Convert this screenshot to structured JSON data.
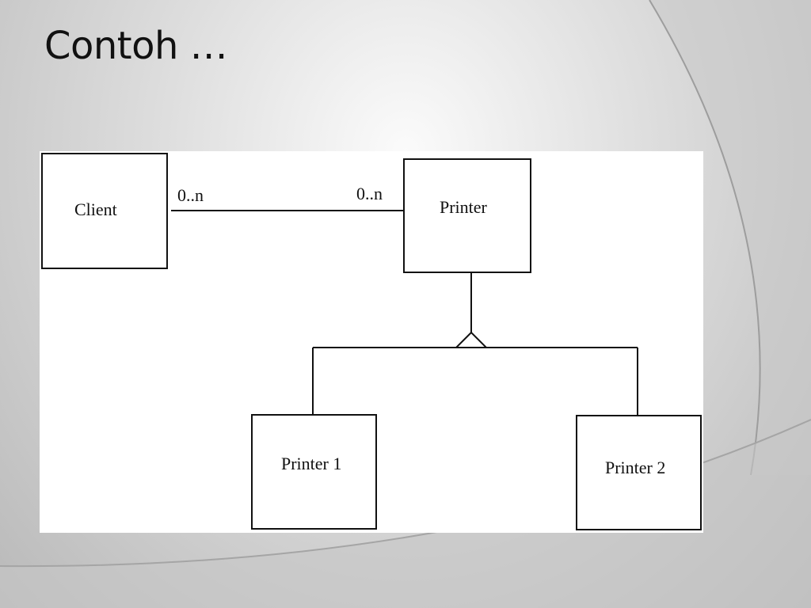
{
  "slide": {
    "title": "Contoh …"
  },
  "diagram": {
    "classes": {
      "client": "Client",
      "printer": "Printer",
      "printer1": "Printer 1",
      "printer2": "Printer 2"
    },
    "association": {
      "client_multiplicity": "0..n",
      "printer_multiplicity": "0..n"
    }
  }
}
